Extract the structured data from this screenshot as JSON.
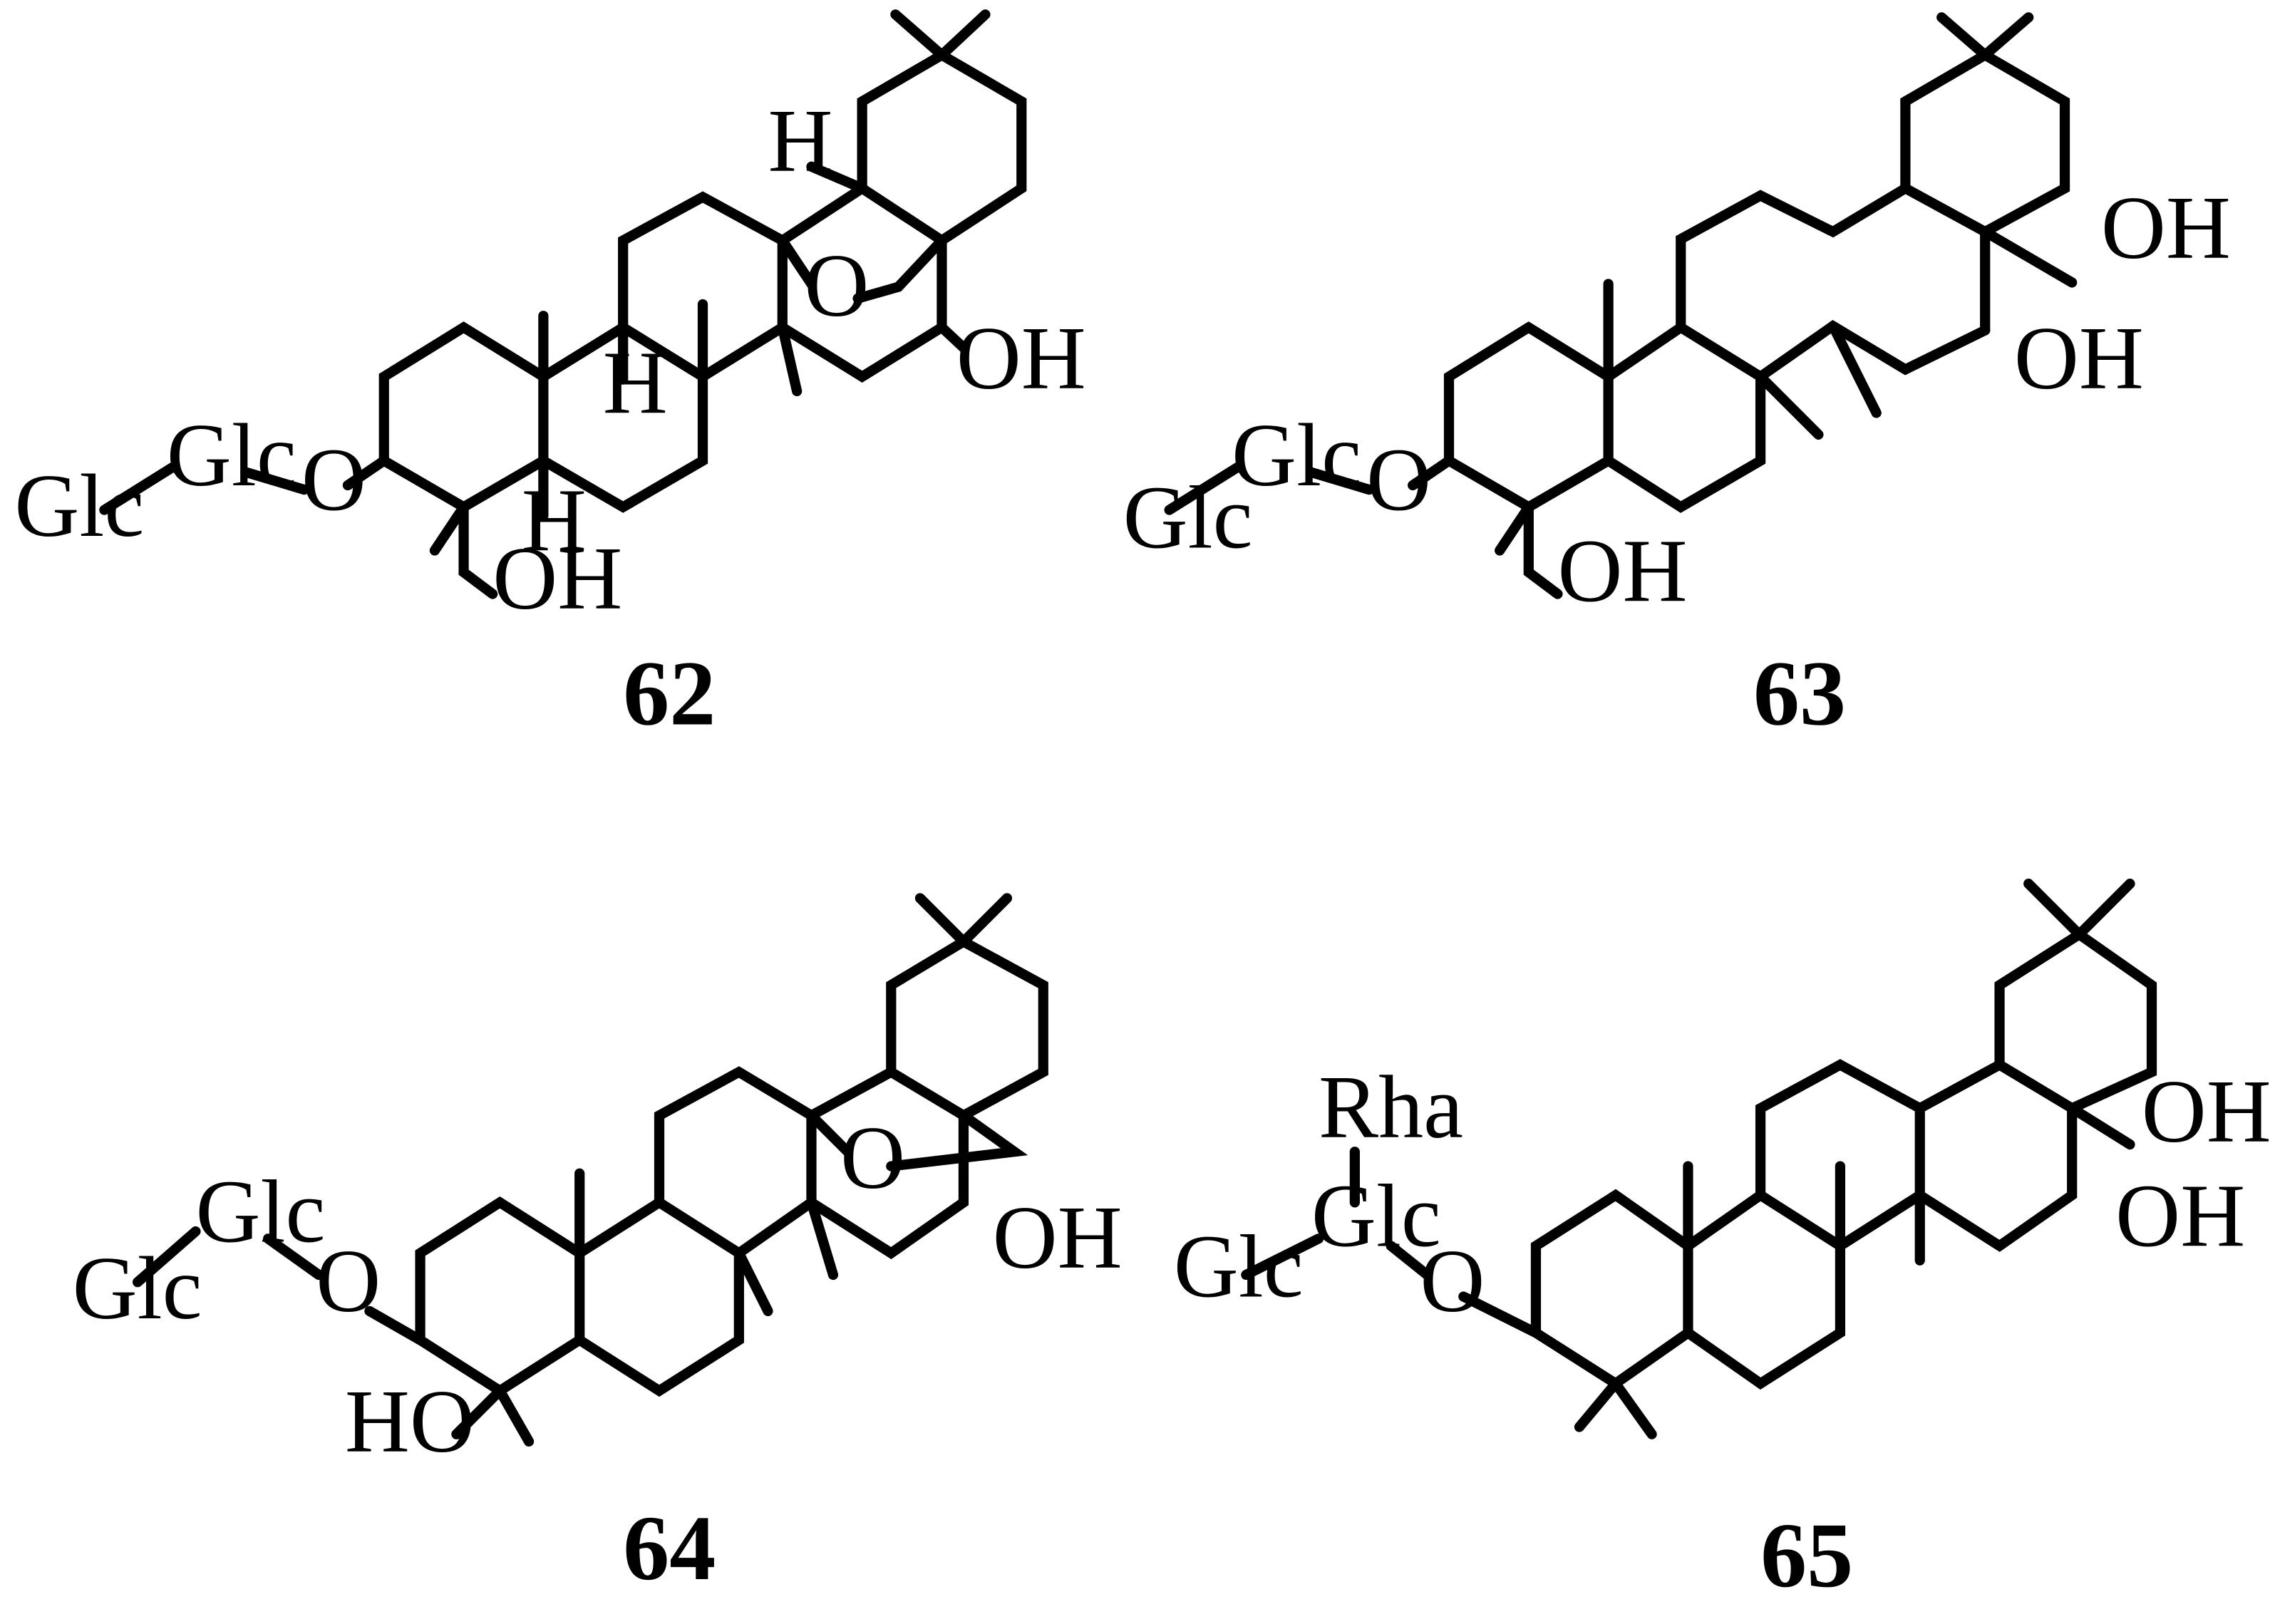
{
  "compounds": [
    {
      "number": "62",
      "labels": {
        "glc1": "Glc",
        "glc2": "Glc",
        "o_link": "O",
        "o_bridge": "O",
        "oh_ring": "OH",
        "oh_ch2": "OH",
        "h_top": "H",
        "h_mid": "H",
        "h_low": "H"
      }
    },
    {
      "number": "63",
      "labels": {
        "glc1": "Glc",
        "glc2": "Glc",
        "o_link": "O",
        "oh_ch2_right": "OH",
        "oh_ring": "OH",
        "oh_ch2": "OH"
      }
    },
    {
      "number": "64",
      "labels": {
        "glc1": "Glc",
        "glc2": "Glc",
        "o_link": "O",
        "o_bridge": "O",
        "oh_ring": "OH",
        "ho_ch2": "HO"
      }
    },
    {
      "number": "65",
      "labels": {
        "rha": "Rha",
        "glc1": "Glc",
        "glc2": "Glc",
        "o_link": "O",
        "oh_ch2": "OH",
        "oh_ring": "OH"
      }
    }
  ]
}
